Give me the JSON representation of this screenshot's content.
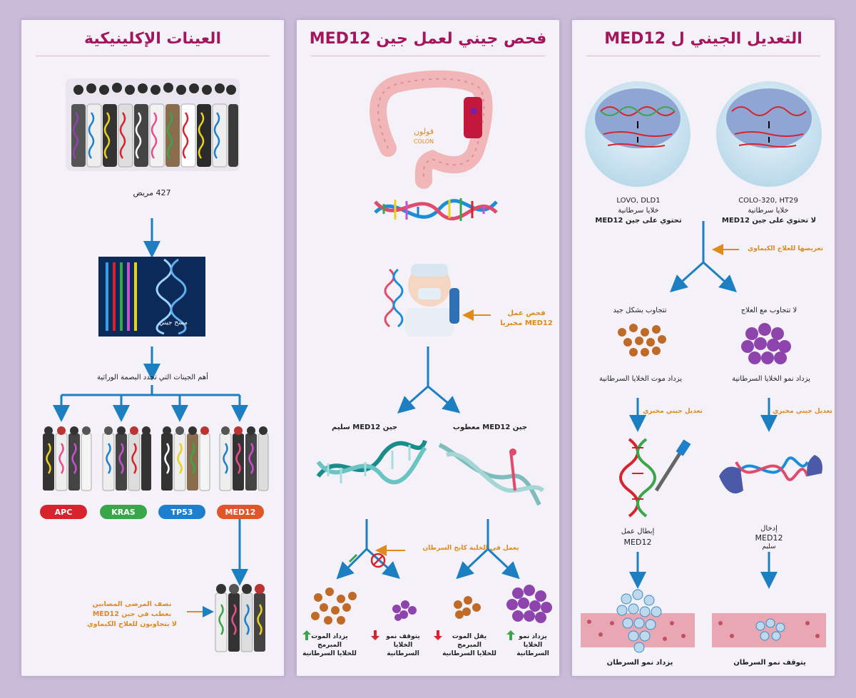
{
  "colors": {
    "title": "#a3155d",
    "arrow": "#1c7fc1",
    "orange": "#e08a1c",
    "apc": "#d6232e",
    "kras": "#3aa64a",
    "tp53": "#1e7fcf",
    "med12": "#e0552a"
  },
  "panel1": {
    "title": "العينات الإكلينيكية",
    "patients": "427 مريض",
    "genome_label": "مسح جيني",
    "genes_heading": "أهم الجينات التي تحدد البصمة الوراثية",
    "genes": [
      "APC",
      "KRAS",
      "TP53",
      "MED12"
    ],
    "note_line1": "نصف المرضى المصابين",
    "note_line2": "بعطب في جين MED12",
    "note_line3": "لا يتجاوبون للعلاج الكيماوي"
  },
  "panel2": {
    "title": "فحص جيني لعمل جين MED12",
    "colon_ar": "قولون",
    "colon_en": "COLON",
    "lab_line1": "فحص عمل",
    "lab_line2": "MED12 مخبريا",
    "healthy_label": "جين MED12 سليم",
    "damaged_label": "جين MED12 معطوب",
    "tumor_suppressor": "يعمل في الخلية كابح السرطان",
    "o1_line1": "يزداد الموت",
    "o1_line2": "المبرمج",
    "o1_line3": "للخلايا السرطانية",
    "o2_line1": "يتوقف نمو",
    "o2_line2": "الخلايا",
    "o2_line3": "السرطانية",
    "o3_line1": "يقل الموت",
    "o3_line2": "المبرمج",
    "o3_line3": "للخلايا السرطانية",
    "o4_line1": "يزداد نمو",
    "o4_line2": "الخلايا",
    "o4_line3": "السرطانية"
  },
  "panel3": {
    "title": "التعديل الجيني ل MED12",
    "left_line1": "LOVO, DLD1",
    "left_line2": "خلايا سرطانية",
    "left_line3": "تحتوي على جين MED12",
    "right_line1": "COLO-320, HT29",
    "right_line2": "خلايا سرطانية",
    "right_line3": "لا تحتوي على جين MED12",
    "chemo": "تعريضها للعلاج الكيماوي",
    "responds": "تتجاوب بشكل جيد",
    "no_response": "لا تتجاوب مع العلاج",
    "death_increase": "يزداد موت الخلايا السرطانية",
    "growth_increase": "يزداد نمو الخلايا السرطانية",
    "edit_left": "تعديل جيني مخبري",
    "edit_right": "تعديل جيني مخبري",
    "disable_line1": "إبطال عمل",
    "disable_line2": "MED12",
    "insert_line1": "إدخال",
    "insert_line2": "MED12",
    "insert_line3": "سليم",
    "cancer_grows": "يزداد نمو السرطان",
    "cancer_stops": "يتوقف نمو السرطان"
  }
}
